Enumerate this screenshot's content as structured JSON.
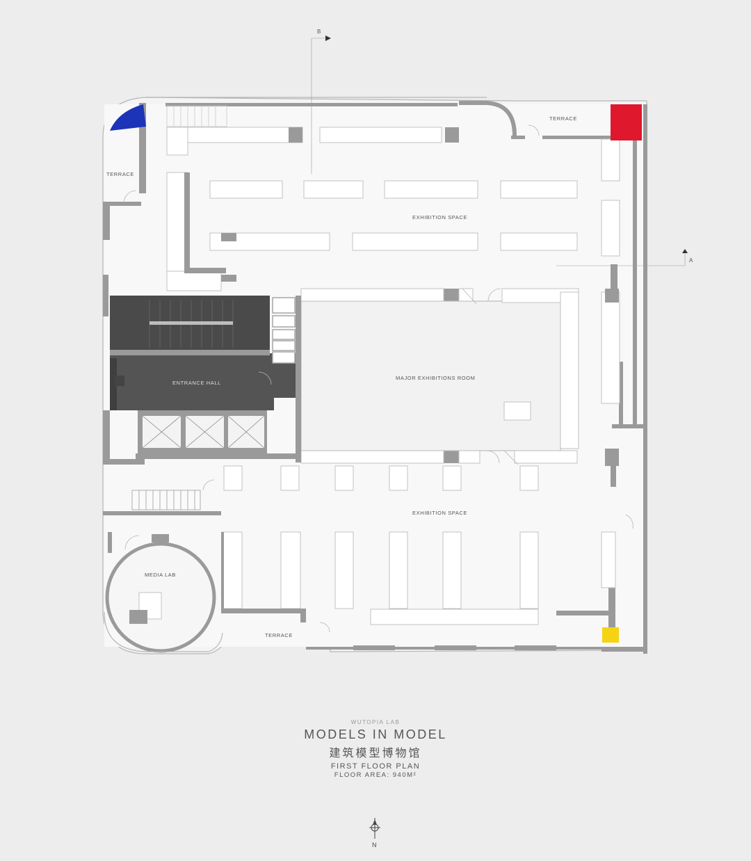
{
  "plan": {
    "rooms": {
      "terrace_top": "TERRACE",
      "terrace_left": "TERRACE",
      "terrace_bottom": "TERRACE",
      "exhibition_top": "EXHIBITION SPACE",
      "exhibition_bottom": "EXHIBITION SPACE",
      "major_room": "MAJOR EXHIBITIONS ROOM",
      "entrance_hall": "ENTRANCE HALL",
      "media_lab": "MEDIA LAB"
    },
    "section_markers": {
      "b": "B",
      "a": "A"
    },
    "colors": {
      "background": "#ededed",
      "floor": "#f8f8f8",
      "wall": "#9a9a9a",
      "entrance": "#545454",
      "blue_accent": "#1c34b8",
      "red_accent": "#e0182d",
      "yellow_accent": "#f5d312"
    }
  },
  "title_block": {
    "studio": "WUTOPIA LAB",
    "title_en": "MODELS IN MODEL",
    "title_cn": "建筑模型博物馆",
    "plan_name": "FIRST FLOOR PLAN",
    "floor_area": "FLOOR AREA: 940M²"
  },
  "compass": {
    "north_label": "N",
    "icon": "north-arrow-icon"
  }
}
